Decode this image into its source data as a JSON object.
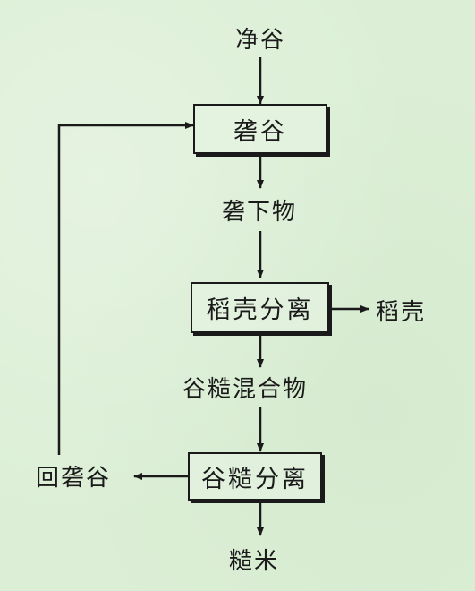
{
  "diagram": {
    "input_label": "净谷",
    "process1": "砻谷",
    "intermediate1": "砻下物",
    "process2": "稻壳分离",
    "side_output": "稻壳",
    "intermediate2": "谷糙混合物",
    "process3": "谷糙分离",
    "return_label": "回砻谷",
    "final_output": "糙米"
  }
}
